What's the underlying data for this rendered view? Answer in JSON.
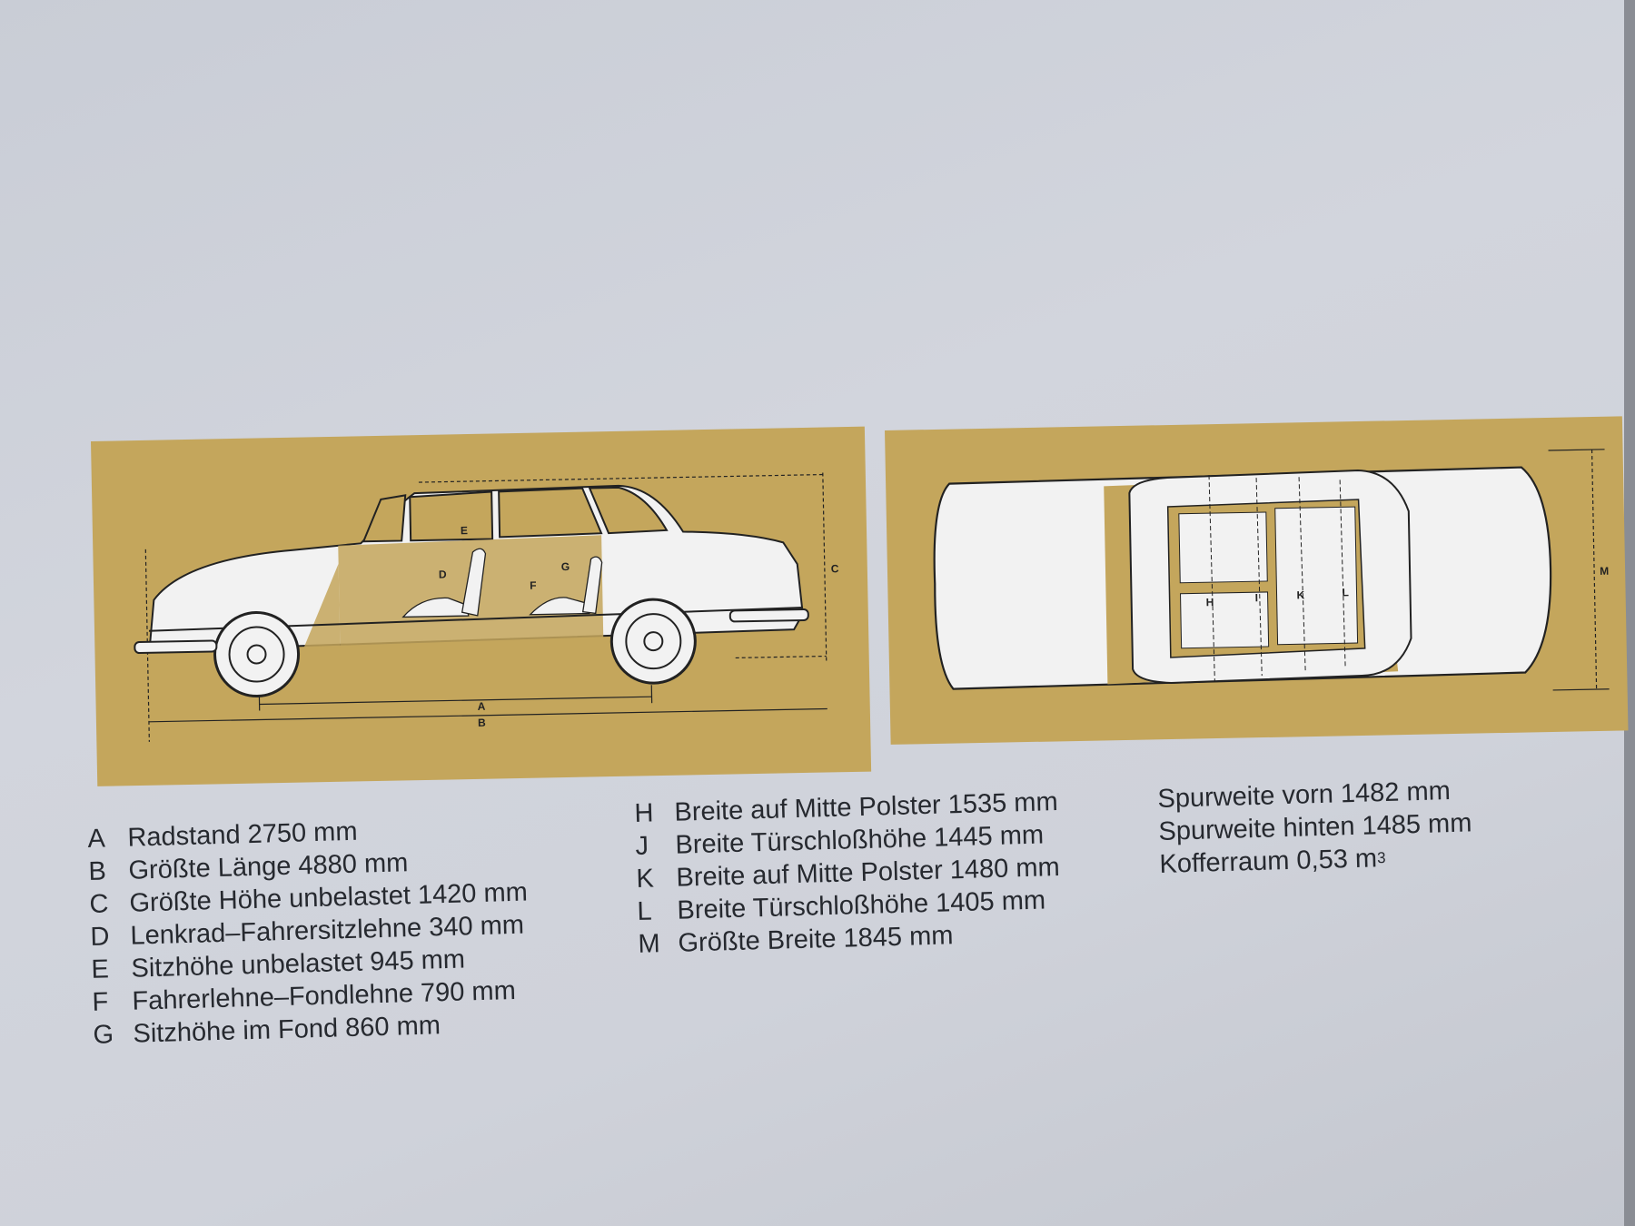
{
  "page": {
    "colors": {
      "background": "#cfd2da",
      "panel": "#c4a65c",
      "line": "#222222",
      "car": "#f2f2f2"
    }
  },
  "figures": {
    "side_view": {
      "labels": [
        "A",
        "B",
        "C",
        "D",
        "E",
        "F",
        "G"
      ]
    },
    "top_view": {
      "labels": [
        "H",
        "I",
        "K",
        "L",
        "M"
      ]
    }
  },
  "specs_left": [
    {
      "key": "A",
      "text": "Radstand 2750 mm"
    },
    {
      "key": "B",
      "text": "Größte Länge 4880 mm"
    },
    {
      "key": "C",
      "text": "Größte Höhe unbelastet 1420 mm"
    },
    {
      "key": "D",
      "text": "Lenkrad–Fahrersitzlehne 340 mm"
    },
    {
      "key": "E",
      "text": "Sitzhöhe unbelastet 945 mm"
    },
    {
      "key": "F",
      "text": "Fahrerlehne–Fondlehne 790 mm"
    },
    {
      "key": "G",
      "text": "Sitzhöhe im Fond 860 mm"
    }
  ],
  "specs_middle": [
    {
      "key": "H",
      "text": "Breite auf Mitte Polster 1535 mm"
    },
    {
      "key": "J",
      "text": "Breite Türschloßhöhe 1445 mm"
    },
    {
      "key": "K",
      "text": "Breite auf Mitte Polster 1480 mm"
    },
    {
      "key": "L",
      "text": "Breite Türschloßhöhe 1405 mm"
    },
    {
      "key": "M",
      "text": "Größte Breite 1845 mm"
    }
  ],
  "specs_right": [
    {
      "text": "Spurweite vorn 1482 mm"
    },
    {
      "text": "Spurweite hinten 1485 mm"
    },
    {
      "text": "Kofferraum 0,53 m",
      "sup": "3"
    }
  ]
}
